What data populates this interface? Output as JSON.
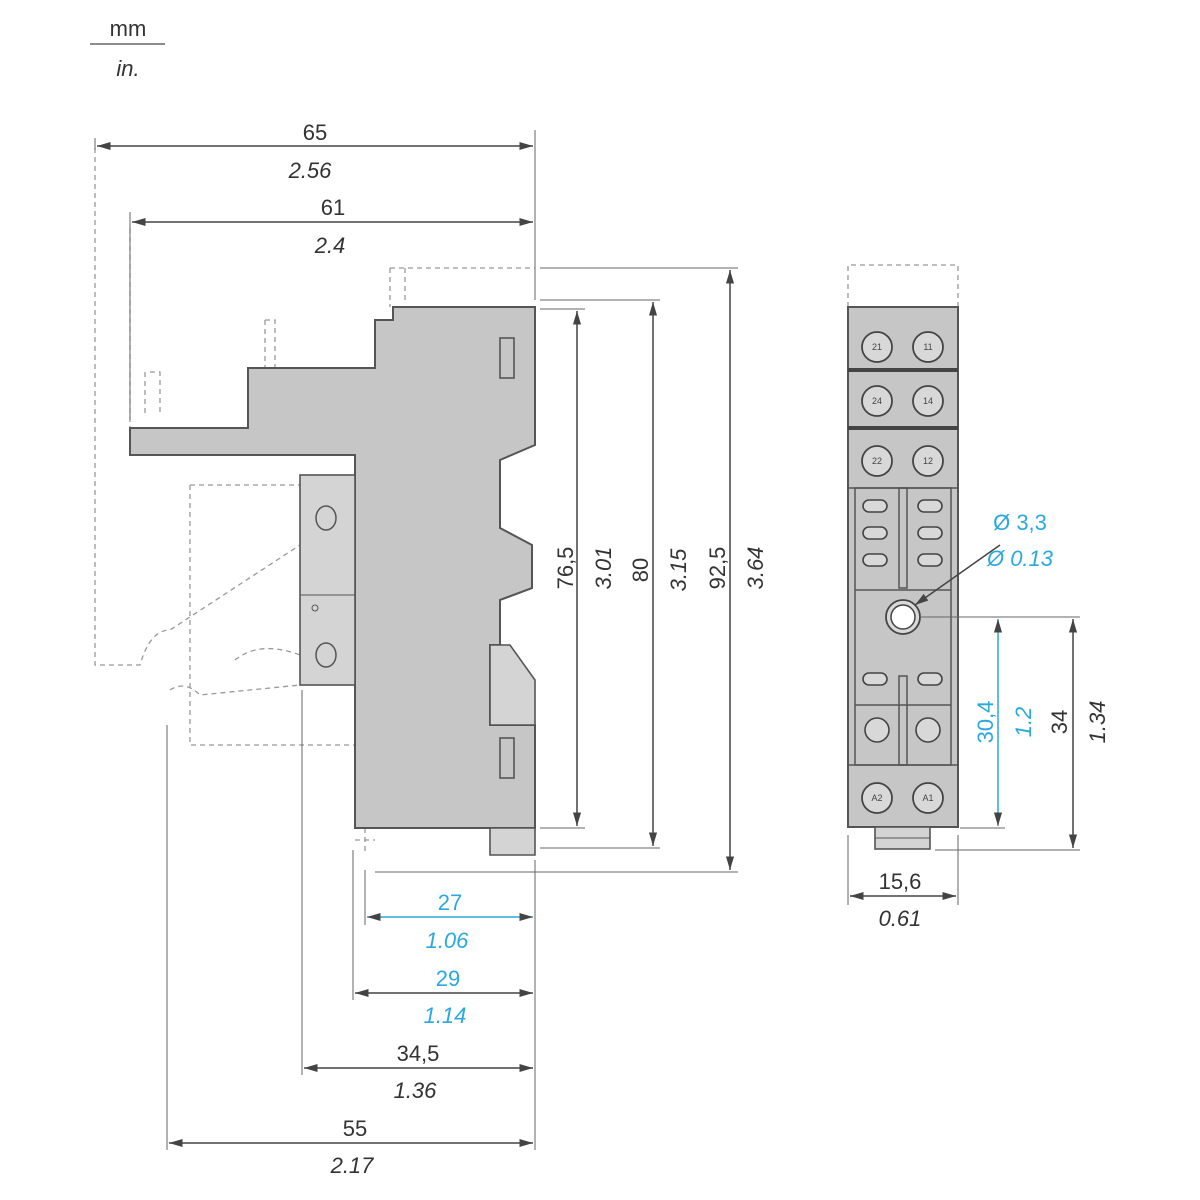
{
  "units": {
    "primary": "mm",
    "secondary": "in."
  },
  "colors": {
    "blue": "#29a9e0",
    "body": "#c6c6c6"
  },
  "side_view": {
    "overall_width": {
      "mm": "65",
      "in": "2.56"
    },
    "body_width": {
      "mm": "61",
      "in": "2.4"
    },
    "height_76_5": {
      "mm": "76,5",
      "in": "3.01"
    },
    "height_80": {
      "mm": "80",
      "in": "3.15"
    },
    "height_92_5": {
      "mm": "92,5",
      "in": "3.64"
    },
    "depth_27": {
      "mm": "27",
      "in": "1.06"
    },
    "depth_29": {
      "mm": "29",
      "in": "1.14"
    },
    "depth_34_5": {
      "mm": "34,5",
      "in": "1.36"
    },
    "depth_55": {
      "mm": "55",
      "in": "2.17"
    }
  },
  "front_view": {
    "terminals": [
      "21",
      "11",
      "24",
      "14",
      "22",
      "12",
      "A2",
      "A1"
    ],
    "hole_diameter": {
      "mm": "Ø 3,3",
      "in": "Ø 0.13"
    },
    "hole_to_bottom": {
      "mm": "30,4",
      "in": "1.2"
    },
    "hole_to_bottom_outer": {
      "mm": "34",
      "in": "1.34"
    },
    "width": {
      "mm": "15,6",
      "in": "0.61"
    }
  }
}
